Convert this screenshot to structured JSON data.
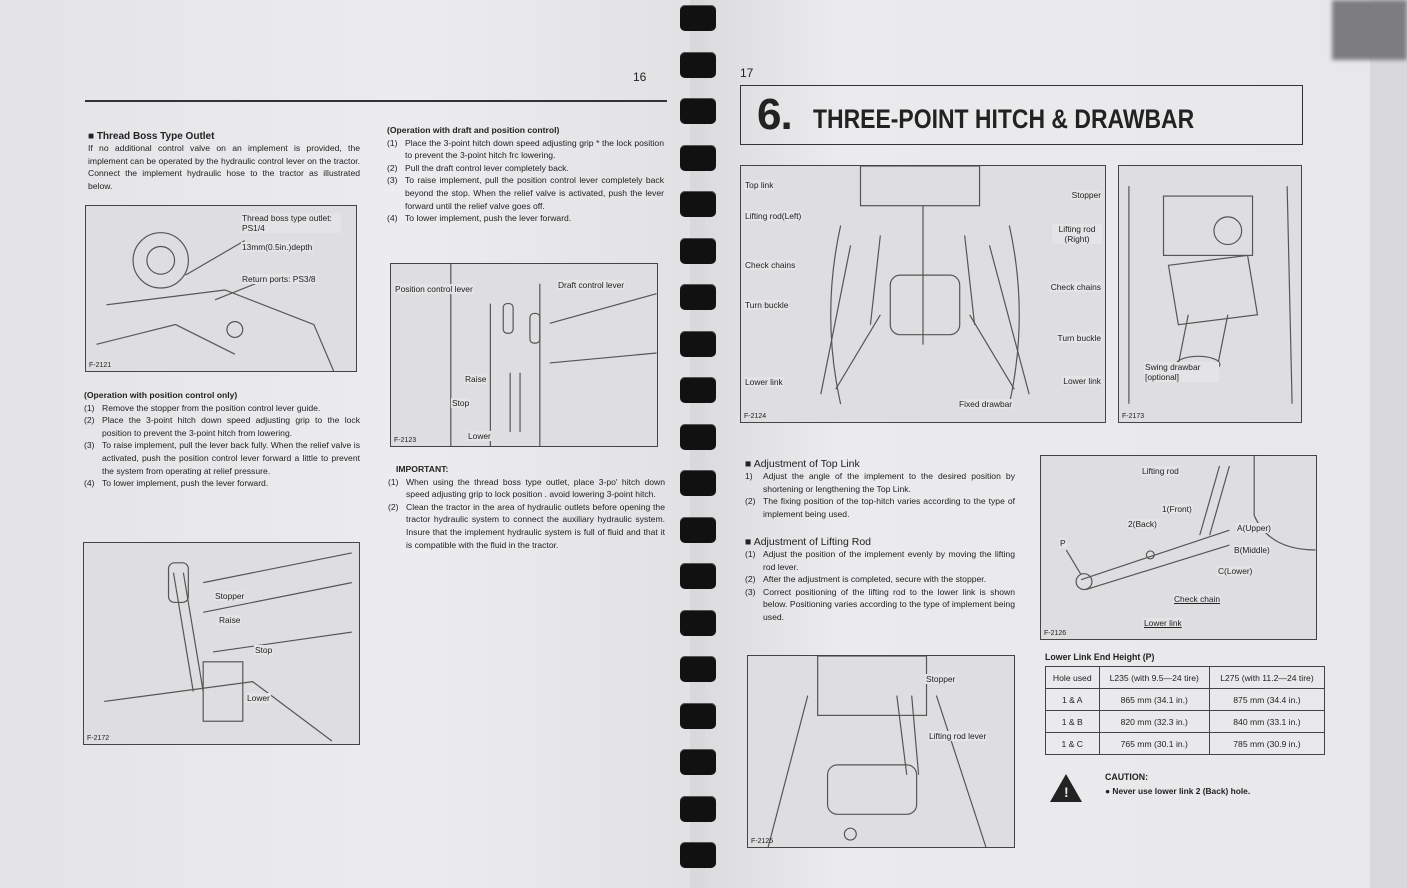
{
  "left_page": {
    "page_number": "16",
    "thread_boss": {
      "heading": "Thread Boss Type Outlet",
      "body": "If no additional control valve on an implement is provided, the implement can be operated by the hydraulic control lever on the tractor. Connect the implement hydraulic hose to the tractor as illustrated below."
    },
    "fig_2121": {
      "number": "F-2121",
      "labels": [
        "Thread boss type outlet: PS1/4",
        "13mm(0.5in.)depth",
        "Return ports: PS3/8"
      ]
    },
    "position_only": {
      "heading": "(Operation with position control only)",
      "items": [
        {
          "n": "(1)",
          "text": "Remove the stopper from the position control lever guide."
        },
        {
          "n": "(2)",
          "text": "Place the 3-point hitch down speed adjusting grip to the lock position to prevent the 3-point hitch from lowering."
        },
        {
          "n": "(3)",
          "text": "To raise implement, pull the lever back fully. When the relief valve is activated, push the position control lever forward a little to prevent the system from operating at relief pressure."
        },
        {
          "n": "(4)",
          "text": "To lower implement, push the lever forward."
        }
      ]
    },
    "fig_2172": {
      "number": "F-2172",
      "labels": [
        "Stopper",
        "Raise",
        "Stop",
        "Lower"
      ]
    },
    "draft_position": {
      "heading": "(Operation with draft and position control)",
      "items": [
        {
          "n": "(1)",
          "text": "Place the 3-point hitch down speed adjusting grip * the lock position to prevent the 3-point hitch frc lowering."
        },
        {
          "n": "(2)",
          "text": "Pull the draft control lever completely back."
        },
        {
          "n": "(3)",
          "text": "To raise implement, pull the position control lever completely back beyond the stop. When the relief valve is activated, push the lever forward until the relief valve goes off."
        },
        {
          "n": "(4)",
          "text": "To lower implement, push the lever forward."
        }
      ]
    },
    "fig_2123": {
      "number": "F-2123",
      "labels": [
        "Position control lever",
        "Draft control lever",
        "Raise",
        "Stop",
        "Lower"
      ]
    },
    "important": {
      "heading": "IMPORTANT:",
      "items": [
        {
          "n": "(1)",
          "text": "When using the thread boss type outlet, place 3-po' hitch down speed adjusting grip to lock position . avoid lowering 3-point hitch."
        },
        {
          "n": "(2)",
          "text": "Clean the tractor in the area of hydraulic outlets before opening the tractor hydraulic system to connect the auxiliary hydraulic system. Insure that the implement hydraulic system is full of fluid and that it is compatible with the fluid in the tractor."
        }
      ]
    }
  },
  "right_page": {
    "page_number": "17",
    "chapter_number": "6.",
    "chapter_title": "THREE-POINT HITCH & DRAWBAR",
    "fig_2124": {
      "number": "F-2124",
      "labels": [
        "Top link",
        "Lifting rod(Left)",
        "Check chains",
        "Turn buckle",
        "Lower link",
        "Stopper",
        "Lifting rod (Right)",
        "Check chains",
        "Turn buckle",
        "Lower link",
        "Fixed drawbar"
      ]
    },
    "fig_2173": {
      "number": "F-2173",
      "labels": [
        "Swing drawbar [optional]"
      ]
    },
    "top_link": {
      "heading": "Adjustment of Top Link",
      "items": [
        {
          "n": "1)",
          "text": "Adjust the angle of the implement to the desired position by shortening or lengthening the Top Link."
        },
        {
          "n": "(2)",
          "text": "The fixing position of the top-hitch varies according to the type of implement being used."
        }
      ]
    },
    "lifting_rod": {
      "heading": "Adjustment of Lifting Rod",
      "items": [
        {
          "n": "(1)",
          "text": "Adjust the position of the implement evenly by moving the lifting rod lever."
        },
        {
          "n": "(2)",
          "text": "After the adjustment is completed, secure with the stopper."
        },
        {
          "n": "(3)",
          "text": "Correct positioning of the lifting rod to the lower link is shown below. Positioning varies according to the type of implement being used."
        }
      ]
    },
    "fig_2126": {
      "number": "F-2126",
      "labels": [
        "Lifting rod",
        "1(Front)",
        "2(Back)",
        "A(Upper)",
        "B(Middle)",
        "C(Lower)",
        "P",
        "Check chain",
        "Lower link"
      ]
    },
    "fig_2125": {
      "number": "F-2125",
      "labels": [
        "Stopper",
        "Lifting rod lever"
      ]
    },
    "table": {
      "title": "Lower Link End Height (P)",
      "headers": [
        "Hole used",
        "L235 (with 9.5—24 tire)",
        "L275 (with 11.2—24 tire)"
      ],
      "rows": [
        [
          "1 & A",
          "865 mm (34.1 in.)",
          "875 mm (34.4 in.)"
        ],
        [
          "1 & B",
          "820 mm (32.3 in.)",
          "840 mm (33.1 in.)"
        ],
        [
          "1 & C",
          "765 mm (30.1 in.)",
          "785 mm (30.9 in.)"
        ]
      ]
    },
    "caution": {
      "heading": "CAUTION:",
      "text": "Never use lower link 2 (Back) hole."
    }
  }
}
